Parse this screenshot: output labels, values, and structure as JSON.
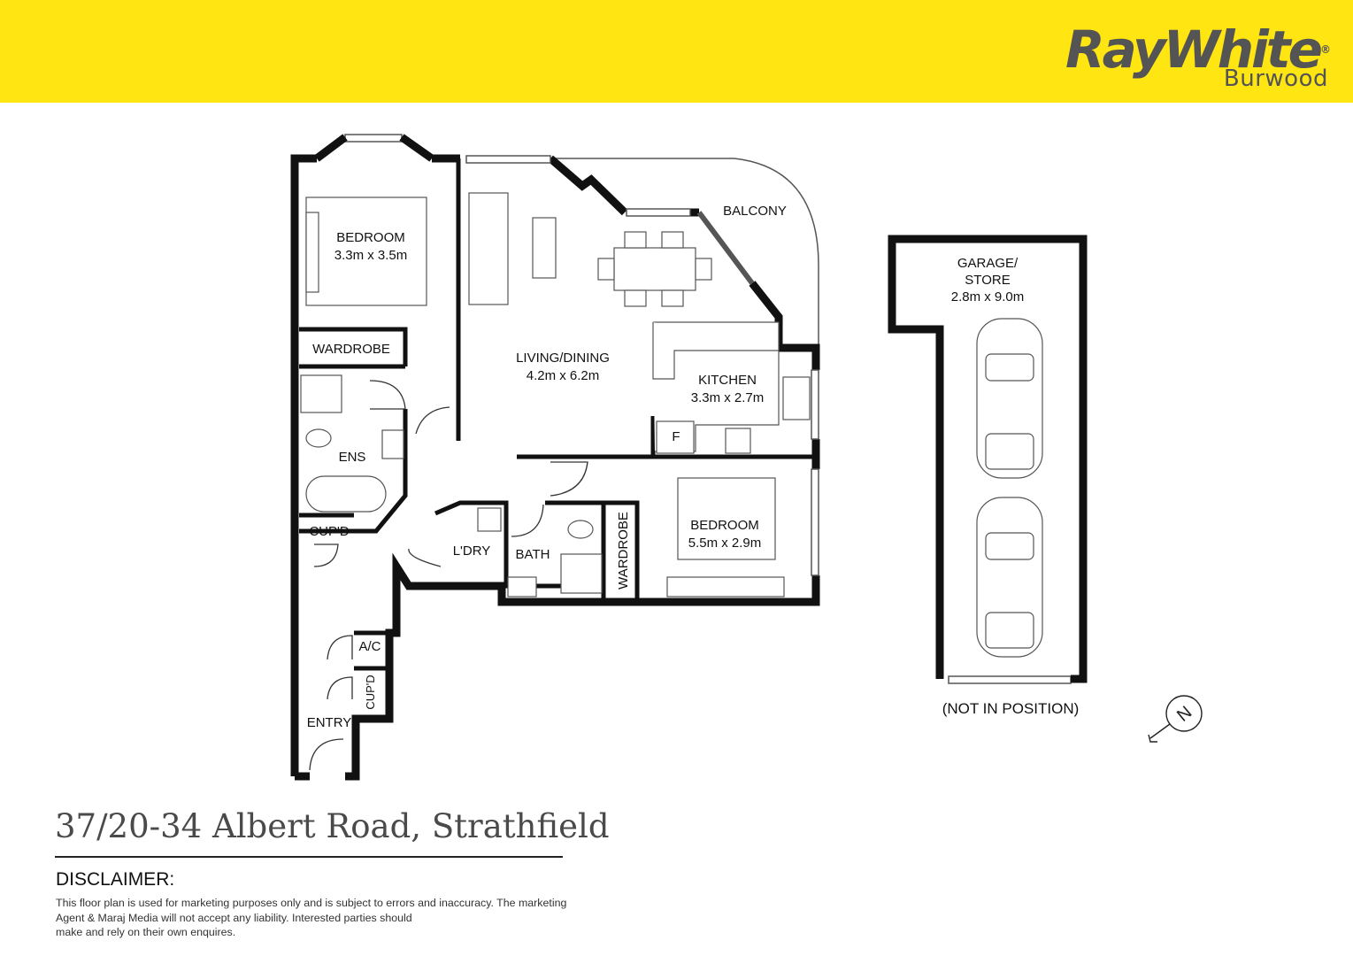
{
  "brand": {
    "name": "RayWhite",
    "registered": "®",
    "office": "Burwood"
  },
  "colors": {
    "header": "#ffe512",
    "wall": "#111111",
    "text": "#111111"
  },
  "rooms": {
    "bedroom1": {
      "name": "BEDROOM",
      "size": "3.3m x 3.5m"
    },
    "wardrobe1": "WARDROBE",
    "ensuite": "ENS",
    "cupboard1": "CUP'D",
    "living": {
      "name": "LIVING/DINING",
      "size": "4.2m x 6.2m"
    },
    "kitchen": {
      "name": "KITCHEN",
      "size": "3.3m x 2.7m"
    },
    "fridge": "F",
    "balcony": "BALCONY",
    "laundry": "L'DRY",
    "bath": "BATH",
    "wardrobe2": "WARDROBE",
    "bedroom2": {
      "name": "BEDROOM",
      "size": "5.5m x 2.9m"
    },
    "ac": "A/C",
    "cupboard2": "CUP'D",
    "entry": "ENTRY"
  },
  "garage": {
    "name_line1": "GARAGE/",
    "name_line2": "STORE",
    "size": "2.8m x 9.0m",
    "note": "(NOT IN POSITION)"
  },
  "compass": {
    "letter": "N",
    "icon": "north-arrow-icon"
  },
  "address": "37/20-34 Albert Road, Strathfield",
  "disclaimer": {
    "title": "DISCLAIMER:",
    "line1": "This floor plan is used for marketing purposes only and is subject to errors and inaccuracy. The marketing",
    "line2": "Agent & Maraj Media will not accept any liability. Interested parties should",
    "line3": "make and rely on their own enquires."
  }
}
